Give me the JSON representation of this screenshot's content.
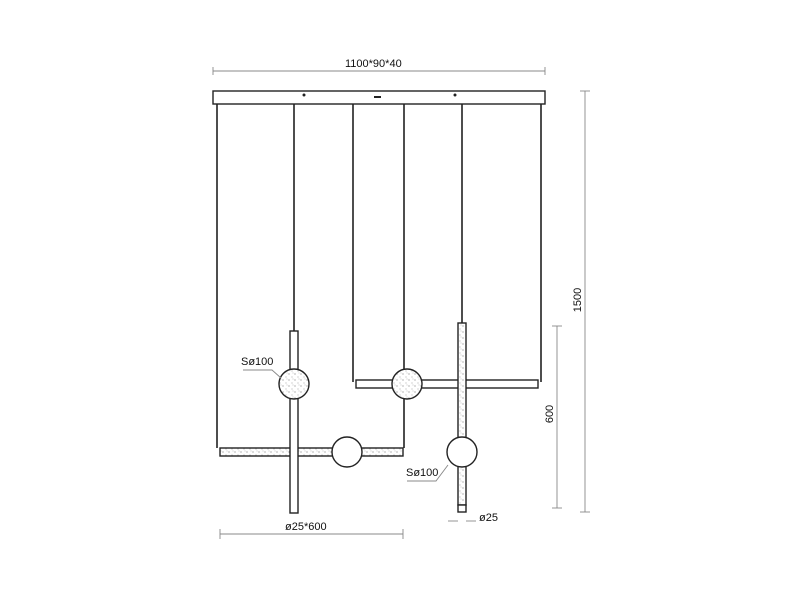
{
  "dimensions": {
    "canopy": "1100*90*40",
    "total_height": "1500",
    "rod_height": "600",
    "horizontal_rod": "ø25*600",
    "rod_diameter": "ø25",
    "sphere_left": "Sø100",
    "sphere_right": "Sø100"
  },
  "colors": {
    "line": "#222222",
    "dimension": "#888888"
  }
}
